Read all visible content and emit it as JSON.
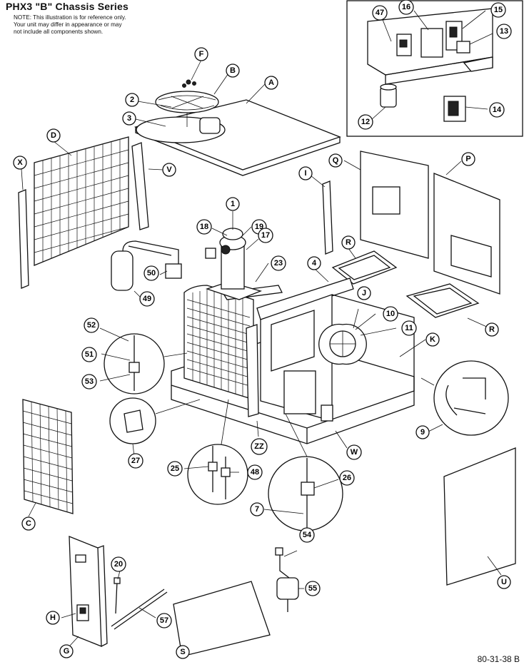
{
  "title": "PHX3 \"B\" Chassis Series",
  "note": "NOTE: This illustration is for reference only. Your unit may differ in appearance or may not include all components shown.",
  "diagram_code": "80-31-38 B",
  "callouts": {
    "c47": "47",
    "c16": "16",
    "c15": "15",
    "c13": "13",
    "c12": "12",
    "c14": "14",
    "cF": "F",
    "cB": "B",
    "cA": "A",
    "c2": "2",
    "c3": "3",
    "cD": "D",
    "cX": "X",
    "cV": "V",
    "cI": "I",
    "cQ": "Q",
    "cP": "P",
    "c1": "1",
    "c18": "18",
    "c19": "19",
    "c17": "17",
    "c23": "23",
    "c50": "50",
    "c49": "49",
    "cR1": "R",
    "cR2": "R",
    "c4": "4",
    "cJ": "J",
    "c10": "10",
    "c11": "11",
    "cK": "K",
    "c52": "52",
    "c51": "51",
    "c53": "53",
    "c27": "27",
    "c9": "9",
    "cZZ": "ZZ",
    "cW": "W",
    "c25": "25",
    "c48": "48",
    "c26": "26",
    "c7": "7",
    "cC": "C",
    "cU": "U",
    "c54": "54",
    "c55": "55",
    "c20": "20",
    "c57": "57",
    "cH": "H",
    "cG": "G",
    "cS": "S"
  }
}
